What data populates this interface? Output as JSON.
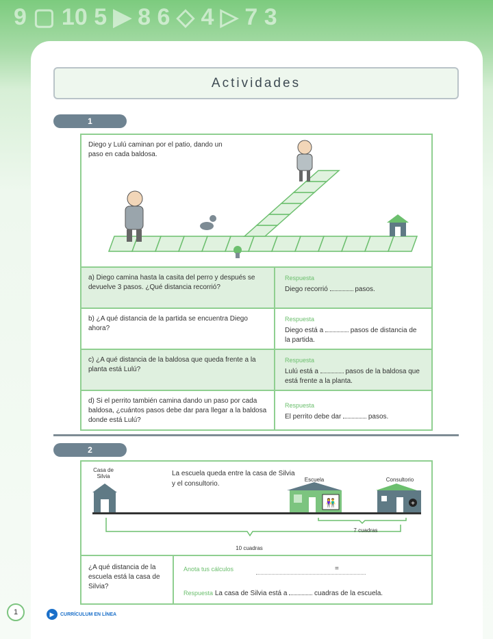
{
  "title": "Actividades",
  "section1": {
    "number": "1",
    "intro": "Diego y Lulú caminan por el patio, dando un paso en cada baldosa.",
    "rows": [
      {
        "question": "a) Diego camina hasta la casita del perro y después se devuelve 3 pasos. ¿Qué distancia recorrió?",
        "label": "Respuesta",
        "answer_pre": "Diego recorrió",
        "answer_post": "pasos."
      },
      {
        "question": "b) ¿A qué distancia de la partida se encuentra Diego ahora?",
        "label": "Respuesta",
        "answer_pre": "Diego está a",
        "answer_post": "pasos de distancia de la partida."
      },
      {
        "question": "c) ¿A qué distancia de la baldosa que queda frente a la planta está Lulú?",
        "label": "Respuesta",
        "answer_pre": "Lulú está a",
        "answer_post": "pasos de la baldosa que está frente a la planta."
      },
      {
        "question": "d) Si el perrito también camina dando un paso por cada baldosa, ¿cuántos pasos debe dar para llegar a la baldosa donde está Lulú?",
        "label": "Respuesta",
        "answer_pre": "El perrito debe dar",
        "answer_post": "pasos."
      }
    ]
  },
  "section2": {
    "number": "2",
    "intro": "La escuela queda entre la casa de Silvia y el consultorio.",
    "labels": {
      "house": "Casa de Silvia",
      "school": "Escuela",
      "clinic": "Consultorio",
      "short": "7 cuadras",
      "long": "10 cuadras"
    },
    "question": "¿A qué distancia de la escuela está la casa de Silvia?",
    "calc_label": "Anota tus cálculos",
    "equals": "=",
    "resp_label": "Respuesta",
    "answer_pre": "La casa de Silvia está a",
    "answer_post": "cuadras de la escuela."
  },
  "footer": {
    "page": "1",
    "logo": "CURRÍCULUM EN LÍNEA"
  },
  "colors": {
    "green": "#8fcf90",
    "pill": "#6e8391",
    "house": "#5f7a85"
  }
}
